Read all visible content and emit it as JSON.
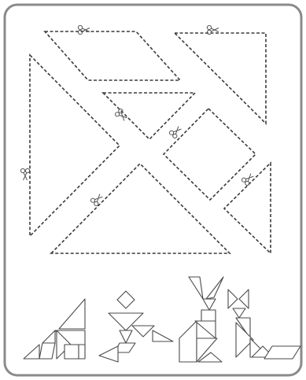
{
  "worksheet": {
    "type": "tangram cut-out puzzle",
    "border_color": "#8a8a8a",
    "cut_line_color": "#3a3a3a",
    "cut_line_style": "dashed",
    "pieces": [
      "large-triangle-left",
      "large-triangle-bottom",
      "medium-triangle-top-right",
      "small-triangle-center",
      "small-triangle-right",
      "square",
      "parallelogram"
    ],
    "scissors_icon": "scissors-icon",
    "figures": [
      "figure-cat-sitting",
      "figure-person-running",
      "figure-rabbit",
      "figure-fox"
    ]
  }
}
